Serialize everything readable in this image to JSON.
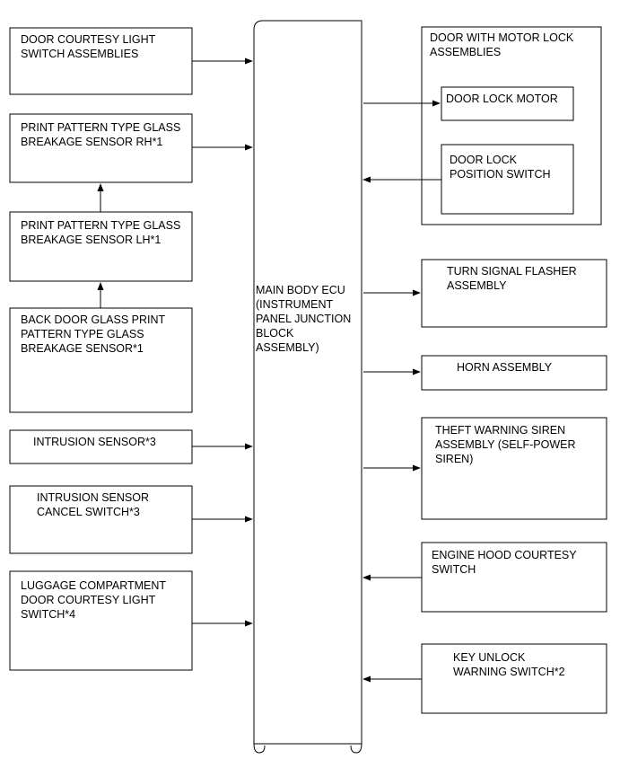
{
  "ecu": {
    "lines": [
      "MAIN BODY ECU",
      "(INSTRUMENT",
      "PANEL JUNCTION",
      "BLOCK",
      "ASSEMBLY)"
    ]
  },
  "left": {
    "door_courtesy": [
      "DOOR COURTESY LIGHT",
      "SWITCH ASSEMBLIES"
    ],
    "glass_rh": [
      "PRINT PATTERN TYPE GLASS",
      "BREAKAGE SENSOR RH*1"
    ],
    "glass_lh": [
      "PRINT PATTERN TYPE GLASS",
      "BREAKAGE SENSOR LH*1"
    ],
    "back_door": [
      "BACK DOOR GLASS PRINT",
      "PATTERN TYPE GLASS",
      "BREAKAGE SENSOR*1"
    ],
    "intrusion": [
      "INTRUSION SENSOR*3"
    ],
    "intrusion_cancel": [
      "INTRUSION SENSOR",
      "CANCEL SWITCH*3"
    ],
    "luggage": [
      "LUGGAGE COMPARTMENT",
      "DOOR COURTESY LIGHT",
      "SWITCH*4"
    ]
  },
  "right": {
    "door_motor_lock": [
      "DOOR WITH MOTOR LOCK",
      "ASSEMBLIES"
    ],
    "door_lock_motor": [
      "DOOR LOCK MOTOR"
    ],
    "door_lock_position": [
      "DOOR LOCK",
      "POSITION SWITCH"
    ],
    "turn_signal": [
      "TURN SIGNAL FLASHER",
      "ASSEMBLY"
    ],
    "horn": [
      "HORN ASSEMBLY"
    ],
    "siren": [
      "THEFT WARNING SIREN",
      "ASSEMBLY (SELF-POWER",
      "SIREN)"
    ],
    "engine_hood": [
      "ENGINE HOOD COURTESY",
      "SWITCH"
    ],
    "key_unlock": [
      "KEY UNLOCK",
      "WARNING SWITCH*2"
    ]
  }
}
